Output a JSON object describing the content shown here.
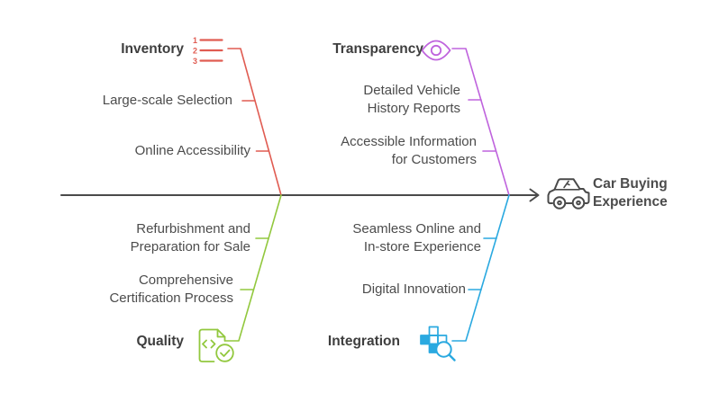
{
  "diagram": {
    "effect": {
      "label": "Car Buying\nExperience",
      "icon": "car-icon"
    },
    "colors": {
      "spine": "#4a4a4a",
      "inventory": "#e05c52",
      "transparency": "#bf63dd",
      "quality": "#92c83e",
      "integration": "#2aa9e0",
      "text": "#4c4c4c"
    },
    "branches": [
      {
        "label": "Inventory",
        "icon": "numbered-list-icon",
        "icon_numbers": [
          "1",
          "2",
          "3"
        ],
        "color": "#e05c52",
        "position": "top-left",
        "items": [
          "Large-scale Selection",
          "Online Accessibility"
        ]
      },
      {
        "label": "Transparency",
        "icon": "eye-icon",
        "color": "#bf63dd",
        "position": "top-right",
        "items": [
          "Detailed Vehicle\nHistory Reports",
          "Accessible Information\nfor Customers"
        ]
      },
      {
        "label": "Quality",
        "icon": "document-check-icon",
        "color": "#92c83e",
        "position": "bottom-left",
        "items": [
          "Refurbishment and\nPreparation for Sale",
          "Comprehensive\nCertification Process"
        ]
      },
      {
        "label": "Integration",
        "icon": "modules-search-icon",
        "color": "#2aa9e0",
        "position": "bottom-right",
        "items": [
          "Seamless Online and\nIn-store Experience",
          "Digital Innovation"
        ]
      }
    ]
  }
}
